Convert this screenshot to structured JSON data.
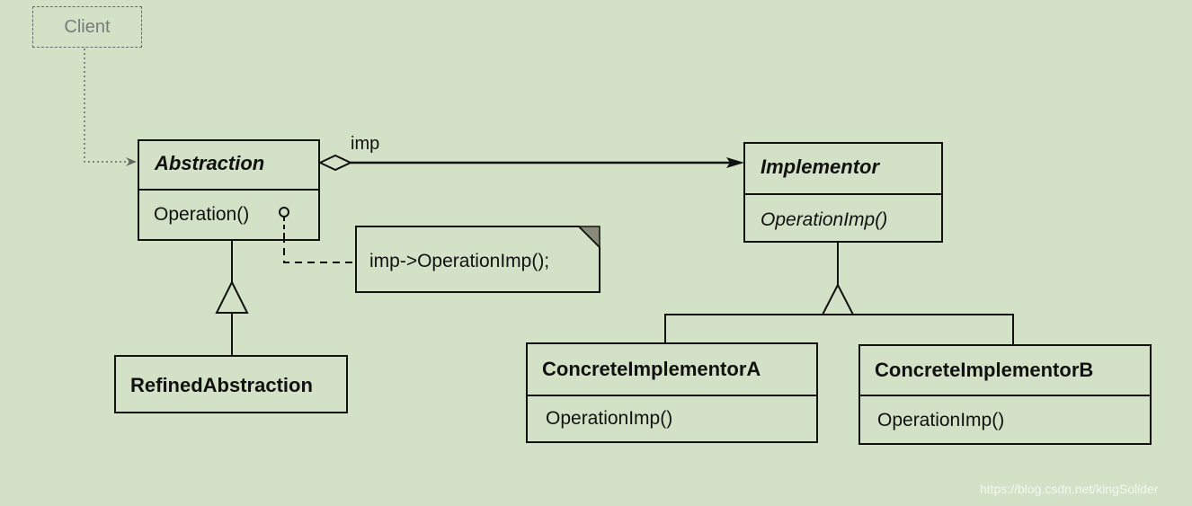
{
  "client": {
    "label": "Client"
  },
  "abstraction": {
    "name": "Abstraction",
    "operation": "Operation()"
  },
  "implementor": {
    "name": "Implementor",
    "operation": "OperationImp()"
  },
  "refined": {
    "name": "RefinedAbstraction"
  },
  "concrete_a": {
    "name": "ConcreteImplementorA",
    "operation": "OperationImp()"
  },
  "concrete_b": {
    "name": "ConcreteImplementorB",
    "operation": "OperationImp()"
  },
  "note": {
    "text": "imp->OperationImp();"
  },
  "association": {
    "label": "imp"
  },
  "watermark": "https://blog.csdn.net/kingSolider",
  "colors": {
    "background": "#d3e2c6",
    "ink": "#111111",
    "client_border": "#6a6a6a"
  }
}
